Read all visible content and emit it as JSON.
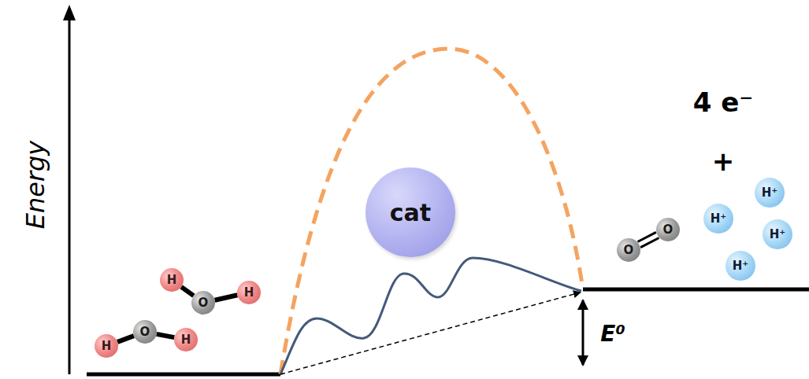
{
  "diagram": {
    "nodes": [
      {
        "text": [
          "cat"
        ]
      },
      {
        "text": [
          "H"
        ]
      },
      {
        "text": [
          "O"
        ]
      },
      {
        "text": [
          "H"
        ]
      },
      {
        "text": [
          "H"
        ]
      },
      {
        "text": [
          "O"
        ]
      },
      {
        "text": [
          "H"
        ]
      },
      {
        "text": [
          "O"
        ]
      },
      {
        "text": [
          "O"
        ]
      },
      {
        "text": [
          "H⁺"
        ]
      },
      {
        "text": [
          "H⁺"
        ]
      },
      {
        "text": [
          "H⁺"
        ]
      },
      {
        "text": [
          "H⁺"
        ]
      }
    ],
    "edges": [
      {
        "from": 1,
        "to": 2,
        "arrow": "none"
      },
      {
        "from": 2,
        "to": 3,
        "arrow": "none"
      },
      {
        "from": 4,
        "to": 5,
        "arrow": "none"
      },
      {
        "from": 5,
        "to": 6,
        "arrow": "none"
      },
      {
        "from": 7,
        "to": 8,
        "arrow": "none"
      }
    ],
    "labels": [
      "Energy",
      "4 e⁻",
      "+",
      "E⁰"
    ]
  }
}
